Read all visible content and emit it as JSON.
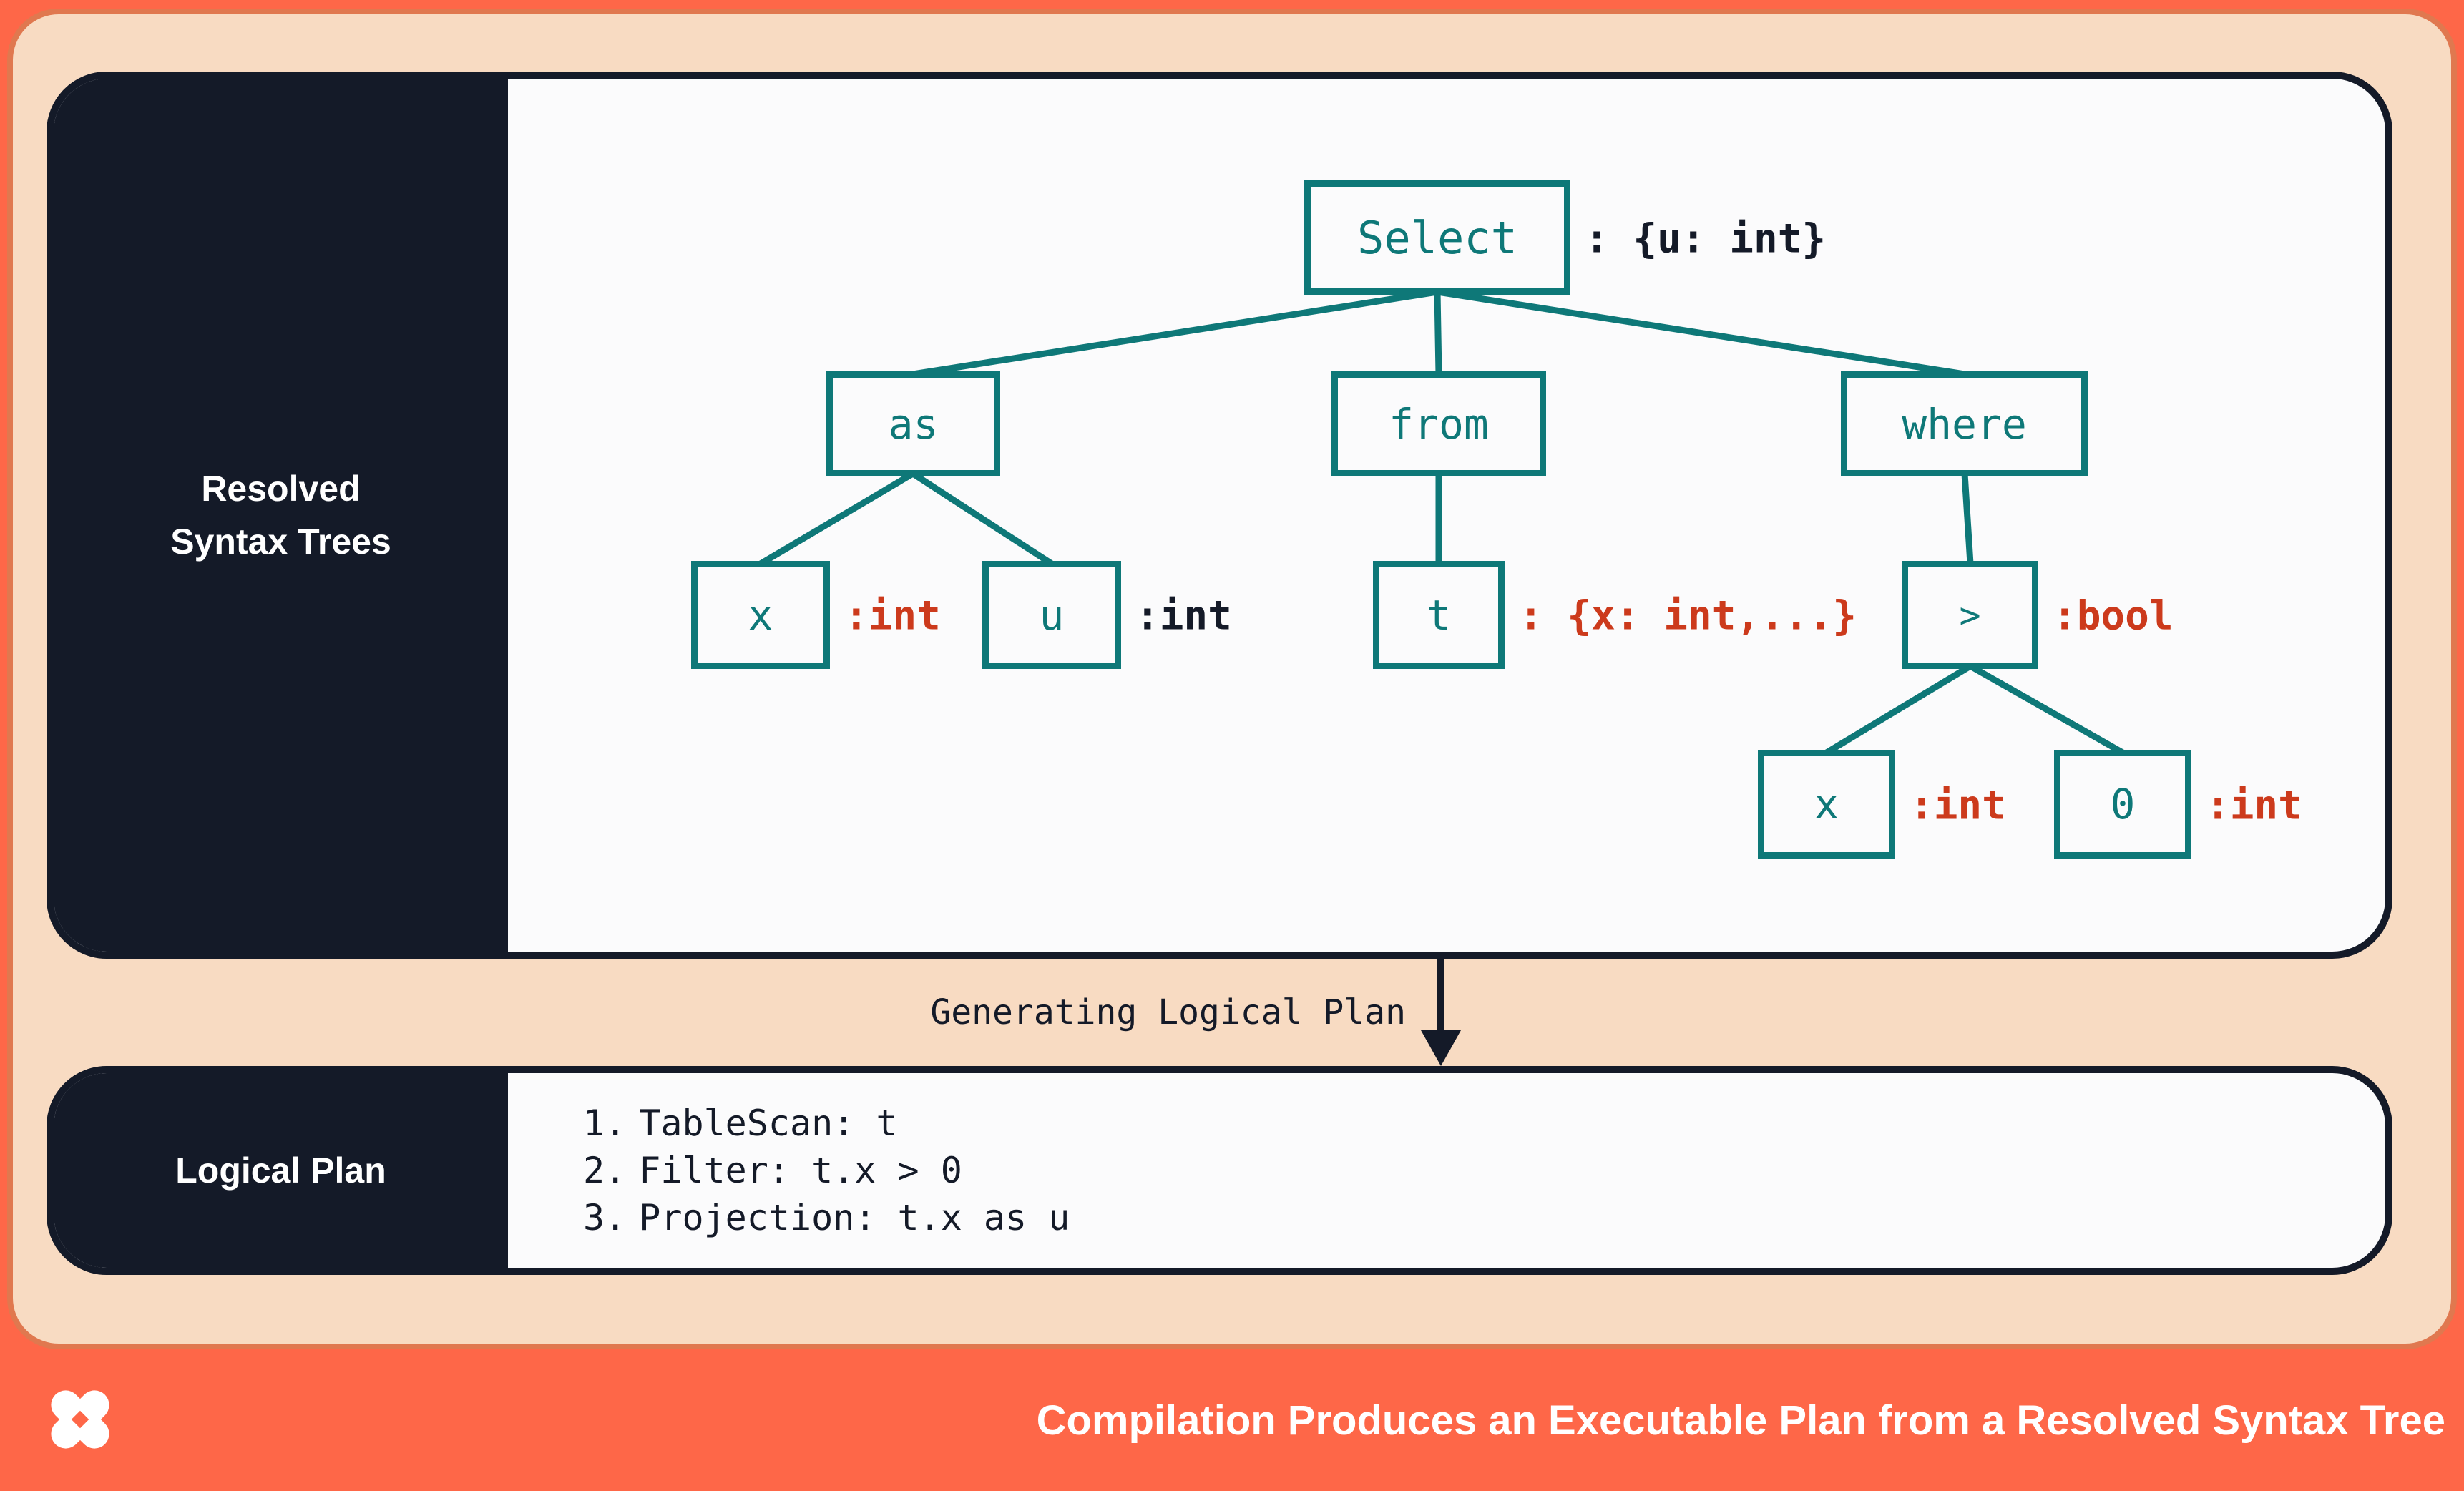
{
  "palette": {
    "orange": "#fe6748",
    "peach": "#f8dbc2",
    "peach_border": "#e0784f",
    "navy": "#141a28",
    "teal": "#0e7878",
    "red": "#cc3a1c",
    "panel_white": "#fbfbfc"
  },
  "top_panel": {
    "label_lines": [
      "Resolved",
      "Syntax Trees"
    ]
  },
  "tree": {
    "nodes": {
      "select": {
        "label": "Select",
        "annotation": ": {u: int}"
      },
      "as": {
        "label": "as"
      },
      "from": {
        "label": "from"
      },
      "where": {
        "label": "where"
      },
      "x_as": {
        "label": "x",
        "annotation": ":int"
      },
      "u_as": {
        "label": "u",
        "annotation": ":int"
      },
      "t_from": {
        "label": "t",
        "annotation": ": {x: int,...}"
      },
      "gt_where": {
        "label": ">",
        "annotation": ":bool"
      },
      "x_gt": {
        "label": "x",
        "annotation": ":int"
      },
      "zero_gt": {
        "label": "0",
        "annotation": ":int"
      }
    }
  },
  "transition": {
    "label": "Generating Logical Plan"
  },
  "bottom_panel": {
    "label": "Logical Plan",
    "steps": [
      {
        "num": "1.",
        "text": "TableScan: t"
      },
      {
        "num": "2.",
        "text": "Filter: t.x > 0"
      },
      {
        "num": "3.",
        "text": "Projection: t.x as u"
      }
    ]
  },
  "footer": {
    "logo": "x-pinwheel-logo",
    "caption": "Compilation Produces an Executable Plan from a Resolved Syntax Tree"
  }
}
